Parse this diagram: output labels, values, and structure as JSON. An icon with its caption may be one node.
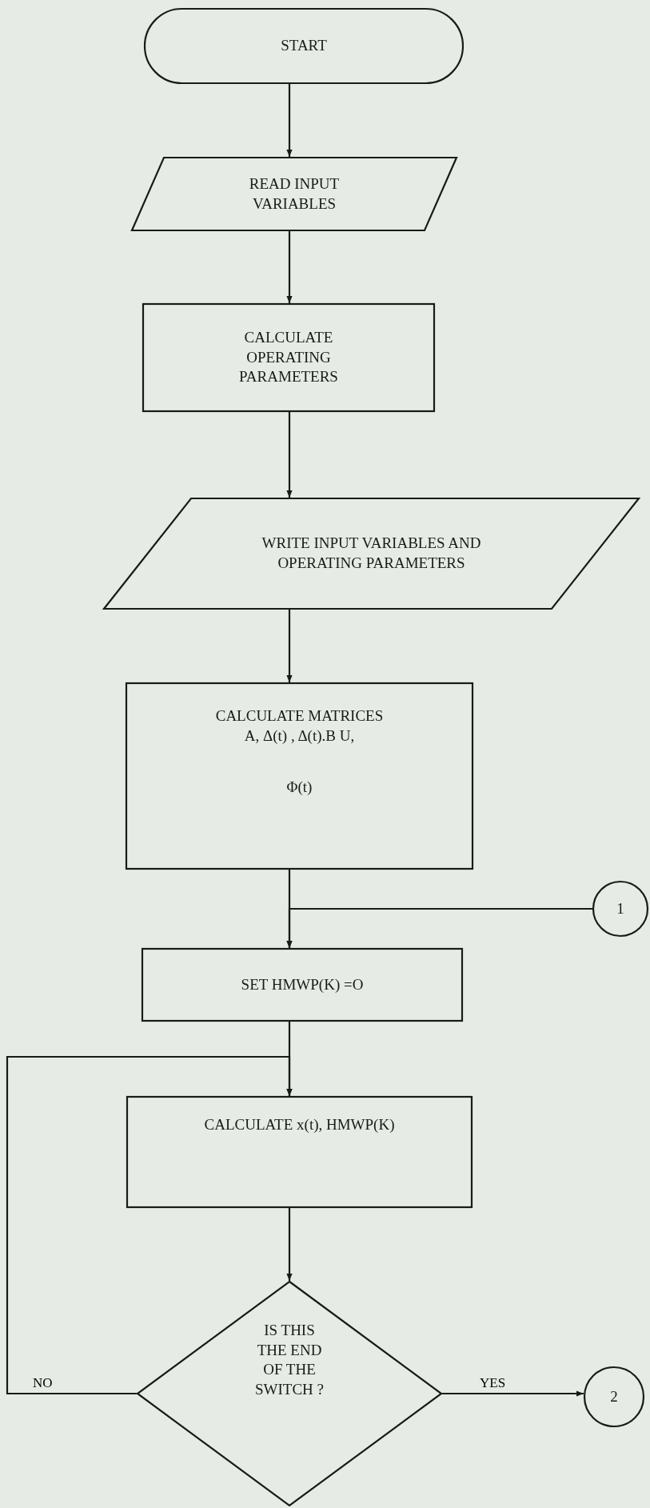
{
  "diagram": {
    "nodes": [
      {
        "text": [
          "START"
        ]
      },
      {
        "text": [
          "READ INPUT VARIABLES"
        ]
      },
      {
        "text": [
          "CALCULATE OPERATING PARAMETERS"
        ]
      },
      {
        "text": [
          "WRITE INPUT VARIABLES AND OPERATING PARAMETERS"
        ]
      },
      {
        "text": [
          "CALCULATE MATRICES",
          "A, Δ(t) , Δ(t).B U,",
          "Φ(t)"
        ]
      },
      {
        "text": [
          "1"
        ]
      },
      {
        "text": [
          "SET HMWP(K) =O"
        ]
      },
      {
        "text": [
          "CALCULATE x(t), HMWP(K)"
        ]
      },
      {
        "text": [
          "IS THIS THE END OF THE SWITCH ?"
        ]
      },
      {
        "text": [
          "2"
        ]
      }
    ],
    "edges": [
      {
        "from": 0,
        "to": 1,
        "arrow": "to"
      },
      {
        "from": 1,
        "to": 2,
        "arrow": "to"
      },
      {
        "from": 2,
        "to": 3,
        "arrow": "to"
      },
      {
        "from": 3,
        "to": 4,
        "arrow": "to"
      },
      {
        "from": 4,
        "to": 6,
        "arrow": "to"
      },
      {
        "from": 5,
        "to": 6,
        "arrow": "to"
      },
      {
        "from": 6,
        "to": 7,
        "arrow": "to"
      },
      {
        "from": 7,
        "to": 8,
        "arrow": "to"
      },
      {
        "from": 8,
        "to": 7,
        "arrow": "to",
        "label": "NO"
      },
      {
        "from": 8,
        "to": 9,
        "arrow": "to",
        "label": "YES"
      }
    ]
  }
}
